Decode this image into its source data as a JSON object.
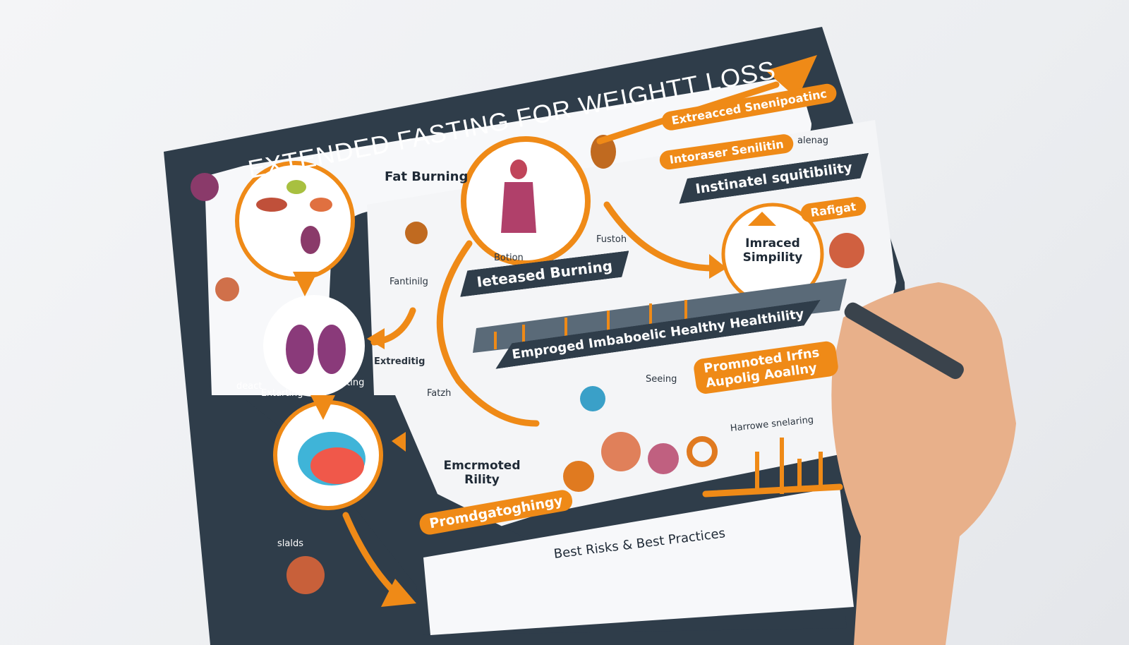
{
  "title": "EXTENDED FASTING FOR WEIGHTT LOSS",
  "labels": {
    "fat_burning": "Fat Burning",
    "fantinig": "Fantinilg",
    "botion": "Botion",
    "fustoh": "Fustoh",
    "increased_burning": "Ieteased Burning",
    "extracted_snenipoarinc": "Extreacced Snenipoatinc",
    "intorcaser_senilitin": "Intoraser Senilitin",
    "alienag": "alenag",
    "instimatel_squitibility": "Instinatel squitibility",
    "rafigat": "Rafigat",
    "imraced_simpility": "Imraced Simpility",
    "emproged": "Emproged Imbaboelic Healthy Healthility",
    "promoted_infns": "Promnoted Irfns Aupolig Aoallny",
    "seeing": "Seeing",
    "harrowe": "Harrowe snelaring",
    "extrediting": "Extreditig",
    "extarting": "Extarting",
    "fatting": "Fatsting",
    "deact": "deact",
    "fatch": "Fatzh",
    "emcrmoted": "Emcrmoted Rility",
    "promdgatoghingy": "Promdgatoghingy",
    "slalds": "slalds",
    "best_risks": "Best Risks & Best Practices"
  },
  "colors": {
    "board": "#2f3d4a",
    "accent": "#ef8a17",
    "paper": "#f7f8fa"
  }
}
